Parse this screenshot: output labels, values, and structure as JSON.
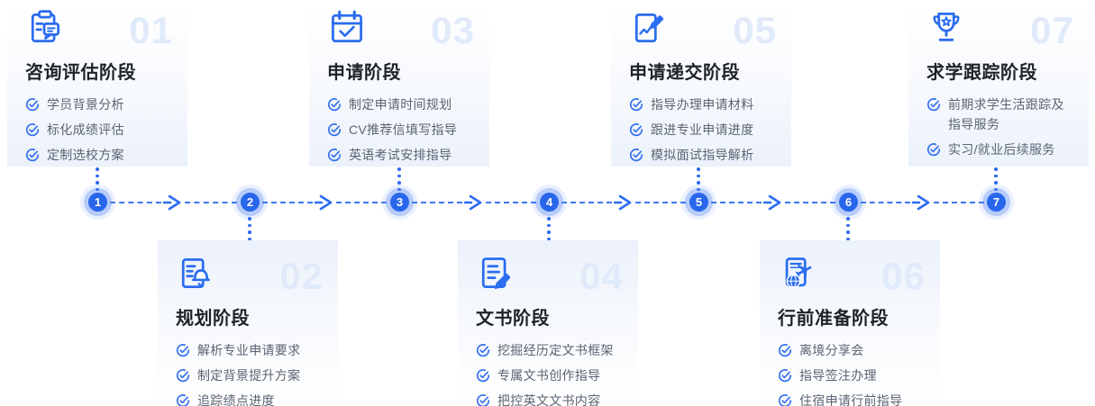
{
  "accent_color": "#2b6cf0",
  "light_number_color": "#e1eafa",
  "stages": [
    {
      "number": "01",
      "title": "咨询评估阶段",
      "icon": "clipboard-chat-icon",
      "row": "top",
      "items": [
        "学员背景分析",
        "标化成绩评估",
        "定制选校方案"
      ]
    },
    {
      "number": "02",
      "title": "规划阶段",
      "icon": "document-bell-icon",
      "row": "bottom",
      "items": [
        "解析专业申请要求",
        "制定背景提升方案",
        "追踪绩点进度"
      ]
    },
    {
      "number": "03",
      "title": "申请阶段",
      "icon": "calendar-check-icon",
      "row": "top",
      "items": [
        "制定申请时间规划",
        "CV推荐信填写指导",
        "英语考试安排指导"
      ]
    },
    {
      "number": "04",
      "title": "文书阶段",
      "icon": "document-pen-icon",
      "row": "bottom",
      "items": [
        "挖掘经历定文书框架",
        "专属文书创作指导",
        "把控英文文书内容"
      ]
    },
    {
      "number": "05",
      "title": "申请递交阶段",
      "icon": "document-chart-pencil-icon",
      "row": "top",
      "items": [
        "指导办理申请材料",
        "跟进专业申请进度",
        "模拟面试指导解析"
      ]
    },
    {
      "number": "06",
      "title": "行前准备阶段",
      "icon": "passport-plane-globe-icon",
      "row": "bottom",
      "items": [
        "离境分享会",
        "指导签注办理",
        "住宿申请行前指导"
      ]
    },
    {
      "number": "07",
      "title": "求学跟踪阶段",
      "icon": "trophy-star-icon",
      "row": "top",
      "items": [
        "前期求学生活跟踪及指导服务",
        "实习/就业后续服务"
      ]
    }
  ],
  "timeline": {
    "nodes": [
      "1",
      "2",
      "3",
      "4",
      "5",
      "6",
      "7"
    ]
  }
}
